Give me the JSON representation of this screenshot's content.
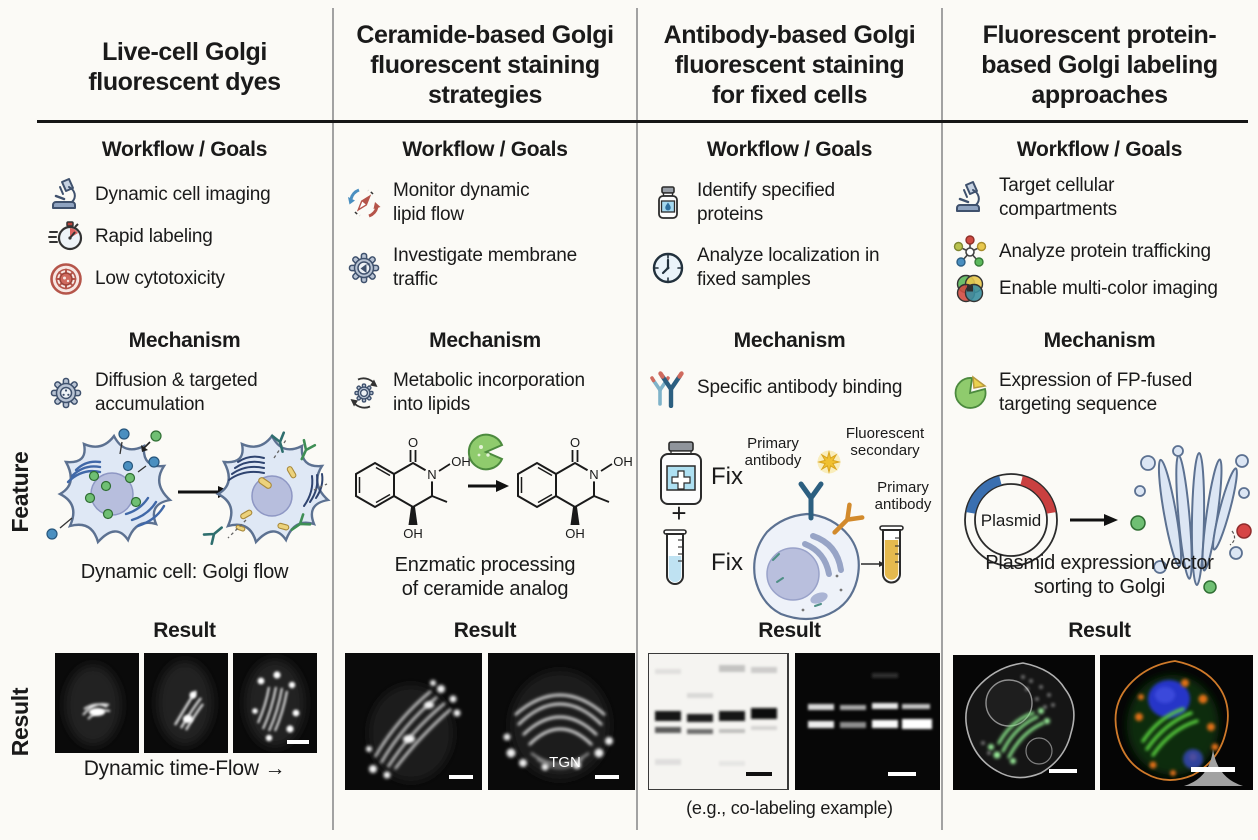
{
  "row_labels": {
    "feature": "Feature",
    "result": "Result"
  },
  "columns": [
    {
      "title_lines": [
        "Live-cell Golgi",
        "fluorescent dyes"
      ],
      "workflow": {
        "heading": "Workflow / Goals",
        "items": [
          {
            "icon": "microscope-icon",
            "lines": [
              "Dynamic cell imaging"
            ]
          },
          {
            "icon": "stopwatch-icon",
            "lines": [
              "Rapid labeling"
            ]
          },
          {
            "icon": "cytotoxicity-icon",
            "lines": [
              "Low cytotoxicity"
            ]
          }
        ]
      },
      "mechanism": {
        "heading": "Mechanism",
        "item": {
          "icon": "gear-icon",
          "lines": [
            "Diffusion & targeted",
            "accumulation"
          ]
        }
      },
      "feature": {
        "caption_lines": [
          "Dynamic cell: Golgi flow"
        ]
      },
      "result": {
        "heading": "Result",
        "caption": "Dynamic time-Flow →"
      }
    },
    {
      "title_lines": [
        "Ceramide-based Golgi",
        "fluorescent staining",
        "strategies"
      ],
      "workflow": {
        "heading": "Workflow / Goals",
        "items": [
          {
            "icon": "cycle-arrows-icon",
            "lines": [
              "Monitor dynamic",
              "lipid flow"
            ]
          },
          {
            "icon": "gear-megaphone-icon",
            "lines": [
              "Investigate membrane",
              "traffic"
            ]
          }
        ]
      },
      "mechanism": {
        "heading": "Mechanism",
        "item": {
          "icon": "gear-cycle-icon",
          "lines": [
            "Metabolic incorporation",
            "into lipids"
          ]
        }
      },
      "feature": {
        "caption_lines": [
          "Enzmatic processing",
          "of ceramide analog"
        ],
        "chem_labels": {
          "o": "O",
          "n": "N",
          "oh_side": "OH",
          "oh_bottom": "OH"
        }
      },
      "result": {
        "heading": "Result",
        "panel_label": "TGN"
      }
    },
    {
      "title_lines": [
        "Antibody-based Golgi",
        "fluorescent staining",
        "for fixed cells"
      ],
      "workflow": {
        "heading": "Workflow / Goals",
        "items": [
          {
            "icon": "reagent-bottle-icon",
            "lines": [
              "Identify specified",
              "proteins"
            ]
          },
          {
            "icon": "clock-icon",
            "lines": [
              "Analyze localization in",
              "fixed samples"
            ]
          }
        ]
      },
      "mechanism": {
        "heading": "Mechanism",
        "item": {
          "icon": "antibody-icon",
          "lines": [
            "Specific antibody binding"
          ]
        }
      },
      "feature": {
        "labels": {
          "fix_top": "Fix",
          "plus": "+",
          "fix_bottom": "Fix",
          "primary_left": [
            "Primary",
            "antibody"
          ],
          "secondary": [
            "Fluorescent",
            "secondary"
          ],
          "primary_right": [
            "Primary",
            "antibody"
          ]
        }
      },
      "result": {
        "heading": "Result",
        "caption": "(e.g., co-labeling example)"
      }
    },
    {
      "title_lines": [
        "Fluorescent protein-",
        "based Golgi labeling",
        "approaches"
      ],
      "workflow": {
        "heading": "Workflow / Goals",
        "items": [
          {
            "icon": "microscope-icon",
            "lines": [
              "Target cellular",
              "compartments"
            ]
          },
          {
            "icon": "molecule-icon",
            "lines": [
              "Analyze protein trafficking"
            ]
          },
          {
            "icon": "multicolor-circles-icon",
            "lines": [
              "Enable multi-color imaging"
            ]
          }
        ]
      },
      "mechanism": {
        "heading": "Mechanism",
        "item": {
          "icon": "fp-pie-icon",
          "lines": [
            "Expression of FP-fused",
            "targeting sequence"
          ]
        }
      },
      "feature": {
        "plasmid_label": "Plasmid",
        "caption_lines": [
          "Plasmid expression vector",
          "sorting to Golgi"
        ]
      },
      "result": {
        "heading": "Result"
      }
    }
  ]
}
